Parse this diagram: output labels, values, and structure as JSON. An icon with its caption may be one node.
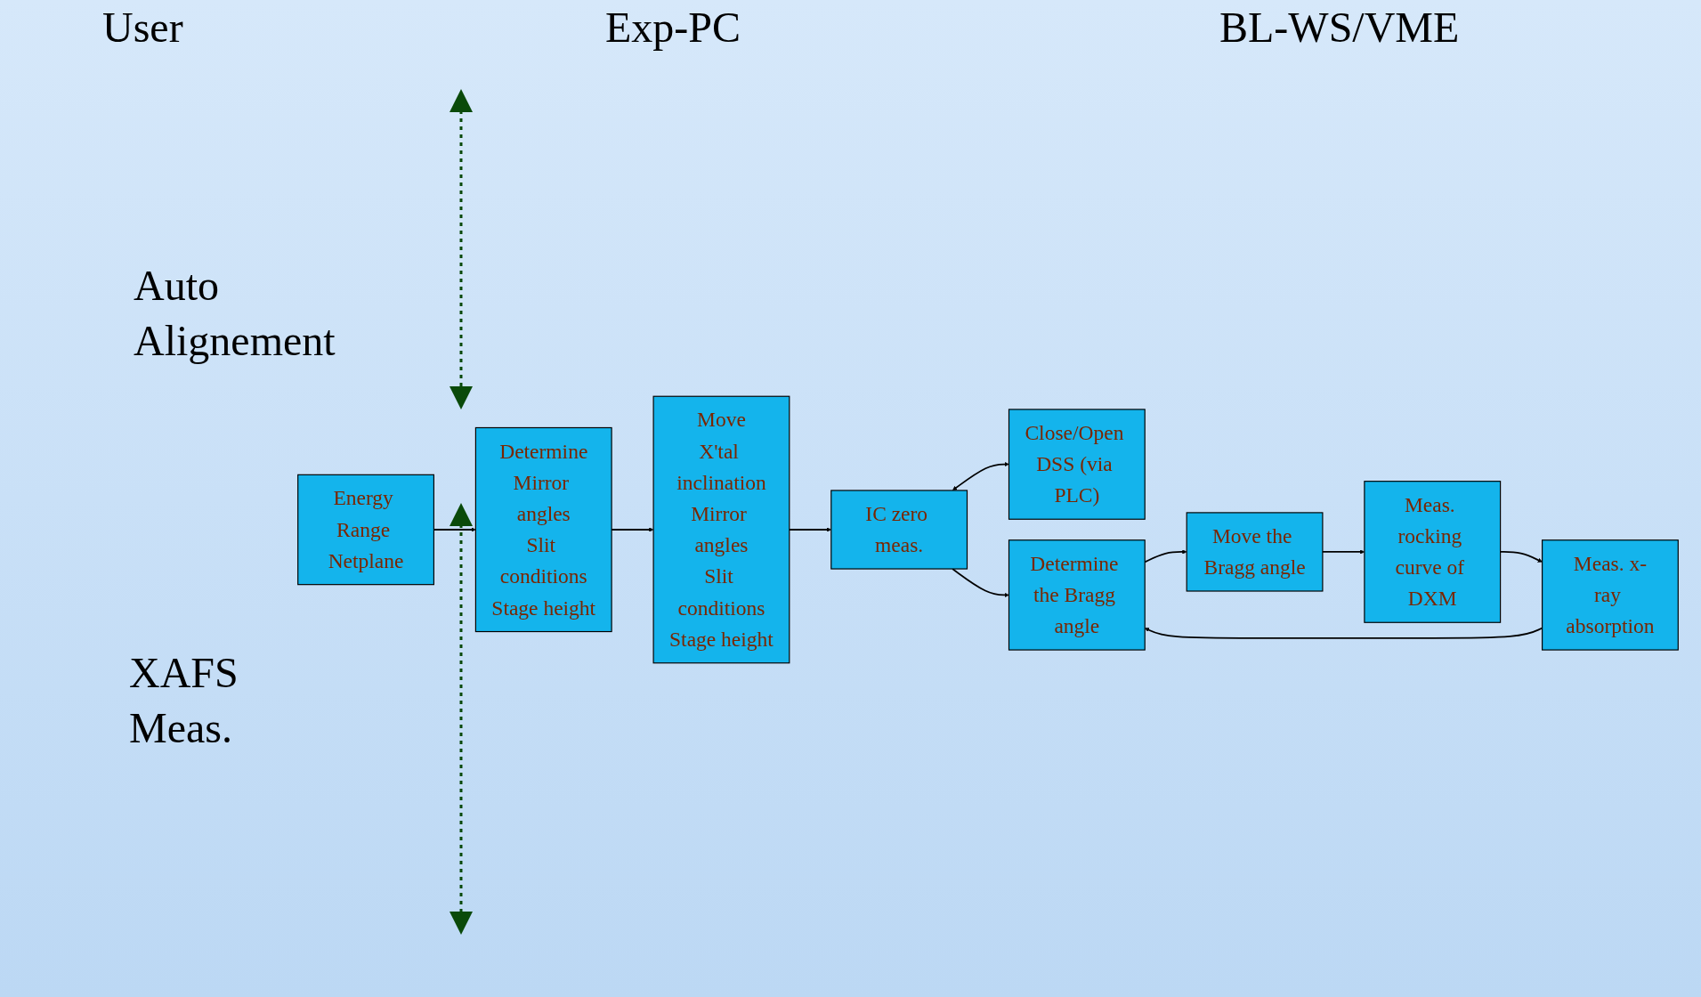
{
  "diagram": {
    "nodes": [
      {
        "text": [
          "Energy Range Netplane"
        ]
      },
      {
        "text": [
          "Determine",
          "Mirror angles",
          "Slit conditions",
          "Stage height"
        ]
      },
      {
        "text": [
          "Move",
          "X'tal inclination",
          "Mirror angles",
          "Slit conditions",
          "Stage height"
        ]
      },
      {
        "text": [
          "IC zero meas."
        ]
      },
      {
        "text": [
          "Close/Open DSS (via PLC)"
        ]
      },
      {
        "text": [
          "Determine the Bragg angle"
        ]
      },
      {
        "text": [
          "Move the Bragg angle"
        ]
      },
      {
        "text": [
          "Meas. rocking curve of DXM"
        ]
      },
      {
        "text": [
          "Meas. x-ray absorption"
        ]
      }
    ],
    "edges": [
      {
        "from": 0,
        "to": 1,
        "arrow": "to"
      },
      {
        "from": 1,
        "to": 2,
        "arrow": "to"
      },
      {
        "from": 2,
        "to": 3,
        "arrow": "to"
      },
      {
        "from": 3,
        "to": 4,
        "arrow": "both"
      },
      {
        "from": 3,
        "to": 5,
        "arrow": "to"
      },
      {
        "from": 5,
        "to": 6,
        "arrow": "to"
      },
      {
        "from": 6,
        "to": 7,
        "arrow": "to"
      },
      {
        "from": 7,
        "to": 8,
        "arrow": "to"
      },
      {
        "from": 8,
        "to": 5,
        "arrow": "to"
      }
    ],
    "labels": [
      "User",
      "Exp-PC",
      "BL-WS/VME",
      "Auto Alignement",
      "XAFS Meas."
    ]
  }
}
